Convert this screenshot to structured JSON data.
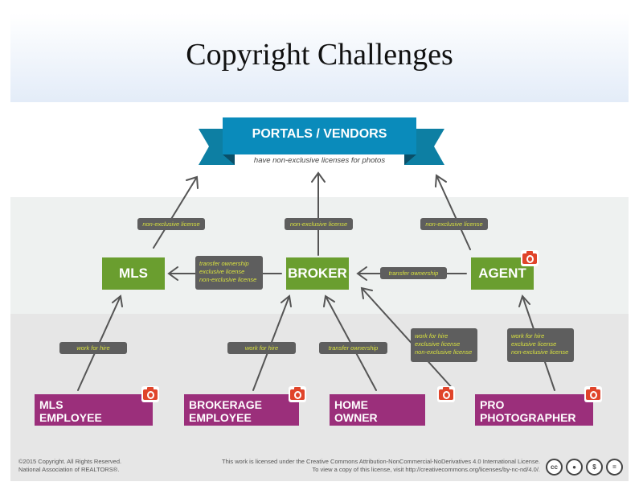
{
  "title": "Copyright Challenges",
  "banner": {
    "title": "PORTALS / VENDORS",
    "subtitle": "have non-exclusive licenses for photos"
  },
  "nodes": {
    "mls": "MLS",
    "broker": "BROKER",
    "agent": "AGENT"
  },
  "sources": [
    {
      "line1": "MLS",
      "line2": "EMPLOYEE"
    },
    {
      "line1": "BROKERAGE",
      "line2": "EMPLOYEE"
    },
    {
      "line1": "HOME",
      "line2": "OWNER"
    },
    {
      "line1": "PRO",
      "line2": "PHOTOGRAPHER"
    }
  ],
  "labels": {
    "mls_portal": "non-exclusive license",
    "broker_portal": "non-exclusive license",
    "agent_portal": "non-exclusive license",
    "broker_mls": [
      "transfer ownership",
      "exclusive license",
      "non-exclusive license"
    ],
    "agent_broker": "transfer ownership",
    "mlsemp": "work for hire",
    "brokemp": "work for hire",
    "home": "transfer ownership",
    "pro_broker": [
      "work for hire",
      "exclusive license",
      "non-exclusive license"
    ],
    "pro_agent": [
      "work for hire",
      "exclusive license",
      "non-exclusive license"
    ]
  },
  "footer": {
    "left1": "©2015 Copyright. All Rights Reserved.",
    "left2": "National Association of REALTORS®.",
    "right1": "This work is licensed under the Creative Commons Attribution-NonCommercial-NoDerivatives 4.0 International License.",
    "right2": "To view a copy of this license, visit http://creativecommons.org/licenses/by-nc-nd/4.0/.",
    "cc_icons": [
      "cc",
      "by",
      "nc",
      "nd"
    ],
    "cc_glyph": "cc",
    "nd_glyph": "="
  }
}
